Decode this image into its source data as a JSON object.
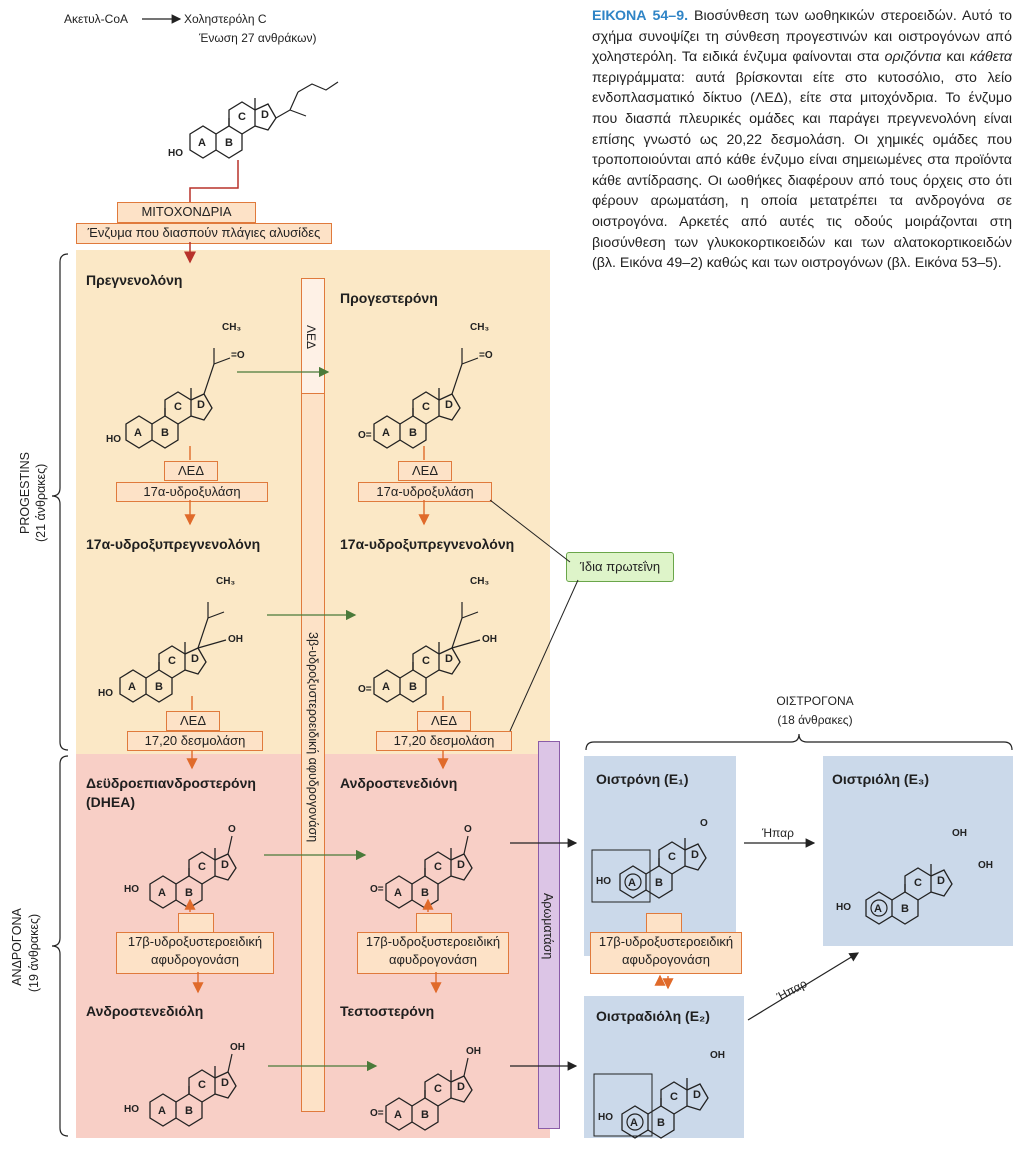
{
  "header": {
    "acetyl_coa": "Ακετυλ-CoA",
    "cholesterol": "Χοληστερόλη C",
    "cholesterol_note": "Ένωση 27 ανθράκων)"
  },
  "mitochondria": {
    "label": "ΜΙΤΟΧΟΝΔΡΙΑ",
    "enzyme": "Ένζυμα που διασπούν πλάγιες αλυσίδες"
  },
  "caption": {
    "figure_label": "ΕΙΚΟΝΑ 54–9.",
    "text_1": " Βιοσύνθεση των ωοθηκικών στεροειδών. Αυτό το σχήμα συνοψίζει τη σύνθεση προγεστινών και οιστρογόνων από χοληστερόλη. Τα ειδικά ένζυμα φαίνονται στα ",
    "italic_1": "οριζόντια",
    "text_2": " και ",
    "italic_2": "κάθετα",
    "text_3": " περιγράμματα: αυτά βρίσκονται είτε στο κυτοσόλιο, στο λείο ενδοπλασματικό δίκτυο (ΛΕΔ), είτε στα μιτοχόνδρια. Το ένζυμο που διασπά πλευρικές ομάδες και παράγει πρεγνενολόνη είναι επίσης γνωστό ως 20,22 δεσμολάση. Οι χημικές ομάδες που τροποποιούνται από κάθε ένζυμο είναι σημειωμένες στα προϊόντα κάθε αντίδρασης. Οι ωοθήκες διαφέρουν από τους όρχεις στο ότι φέρουν αρωματάση, η οποία μετατρέπει τα ανδρογόνα σε οιστρογόνα. Αρκετές από αυτές τις οδούς μοιράζονται στη βιοσύνθεση των γλυκοκορτικοειδών και των αλατοκορτικοειδών (βλ. Εικόνα 49–2) καθώς και των οιστρογόνων (βλ. Εικόνα 53–5)."
  },
  "groups": {
    "progestins": "PROGESTINS",
    "progestins_sub": "(21 άνθρακες)",
    "androgens": "ΑΝΔΡΟΓΟΝΑ",
    "androgens_sub": "(19 άνθρακες)",
    "estrogens": "ΟΙΣΤΡΟΓΟΝΑ",
    "estrogens_sub": "(18 άνθρακες)"
  },
  "compounds": {
    "pregnenolone": "Πρεγνενολόνη",
    "progesterone": "Προγεστερόνη",
    "hydroxypregnenolone": "17α-υδροξυπρεγνενολόνη",
    "hydroxyprogesterone": "17α-υδροξυπρεγνενολόνη",
    "dhea": "Δεϋδροεπιανδροστερόνη",
    "dhea_abbr": "(DHEA)",
    "androstenedione": "Ανδροστενεδιόνη",
    "androstenediol": "Ανδροστενεδιόλη",
    "testosterone": "Τεστοστερόνη",
    "estrone": "Οιστρόνη (E₁)",
    "estriol": "Οιστριόλη (E₃)",
    "estradiol": "Οιστραδιόλη (E₂)"
  },
  "enzymes": {
    "led": "ΛΕΔ",
    "hydroxylase": "17α-υδροξυλάση",
    "desmolase": "17,20 δεσμολάση",
    "hsd17_line1": "17β-υδροξυστεροειδική",
    "hsd17_line2": "αφυδρογονάση",
    "hsd3": "3β-υδροξυστεροειδική αφυδρογονάση",
    "aromatase": "Αρωματάση",
    "same_protein": "Ίδια πρωτεΐνη",
    "liver": "Ήπαρ"
  }
}
